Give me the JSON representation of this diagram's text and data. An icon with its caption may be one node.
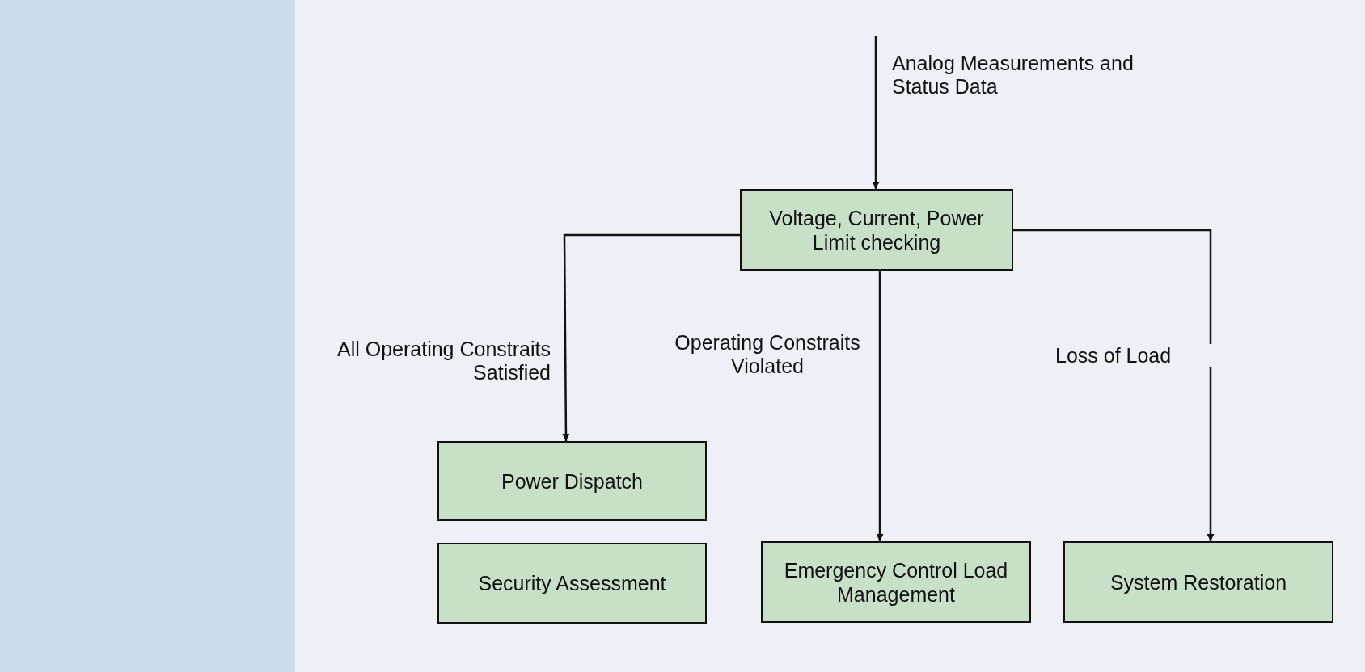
{
  "diagram": {
    "nodes": [
      {
        "text": [
          "Voltage, Current, Power Limit checking"
        ]
      },
      {
        "text": [
          "Power Dispatch"
        ]
      },
      {
        "text": [
          "Security Assessment"
        ]
      },
      {
        "text": [
          "Emergency Control Load Management"
        ]
      },
      {
        "text": [
          "System Restoration"
        ]
      }
    ],
    "edges": [
      {
        "from": null,
        "to": 0,
        "arrow": "to",
        "label": "Analog Measurements and Status Data"
      },
      {
        "from": 0,
        "to": 1,
        "arrow": "to",
        "label": "All Operating Constraits Satisfied"
      },
      {
        "from": 0,
        "to": 3,
        "arrow": "to",
        "label": "Operating Constraits Violated"
      },
      {
        "from": 0,
        "to": 4,
        "arrow": "to",
        "label": "Loss of Load"
      }
    ]
  }
}
